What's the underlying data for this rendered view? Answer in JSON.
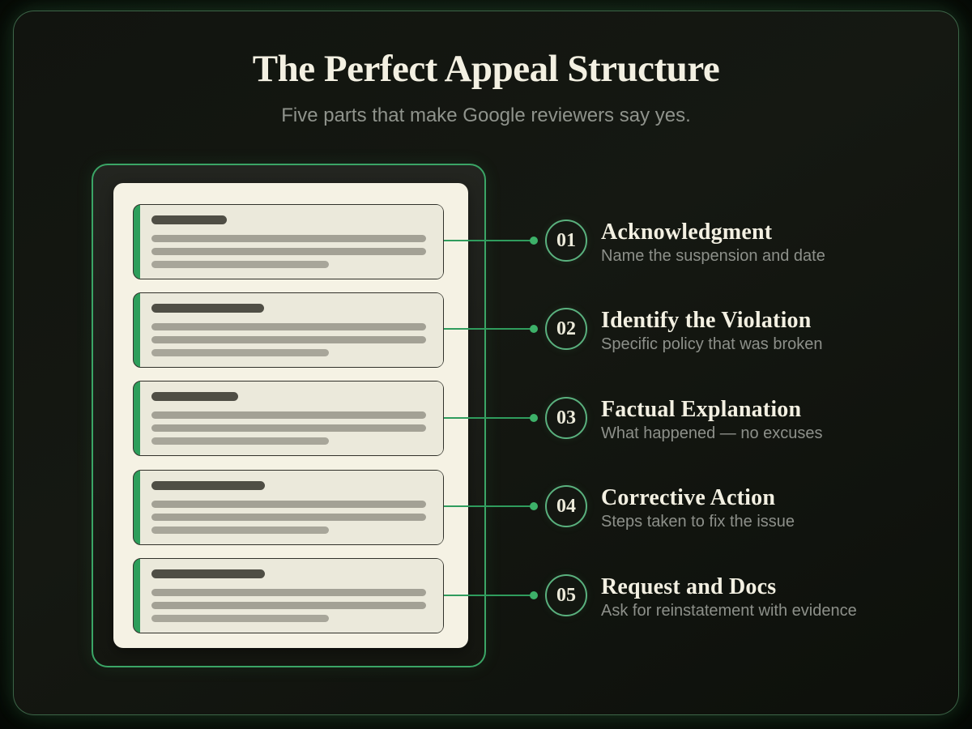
{
  "header": {
    "title": "The Perfect Appeal Structure",
    "subtitle": "Five parts that make Google reviewers say yes."
  },
  "steps": [
    {
      "number": "01",
      "title": "Acknowledgment",
      "description": "Name the suspension and date"
    },
    {
      "number": "02",
      "title": "Identify the Violation",
      "description": "Specific policy that was broken"
    },
    {
      "number": "03",
      "title": "Factual Explanation",
      "description": "What happened — no excuses"
    },
    {
      "number": "04",
      "title": "Corrective Action",
      "description": "Steps taken to fix the issue"
    },
    {
      "number": "05",
      "title": "Request and Docs",
      "description": "Ask for reinstatement with evidence"
    }
  ],
  "colors": {
    "accent_green": "#2f9c5d",
    "circle_border_green": "#5ab17e",
    "clipboard_border_green": "#3ba566",
    "paper_cream": "#f5f2e4",
    "card_cream": "#ebe9db",
    "heading_cream": "#f3f0e2",
    "muted_gray": "#8d908a",
    "background_dark": "#0b0f0a"
  }
}
